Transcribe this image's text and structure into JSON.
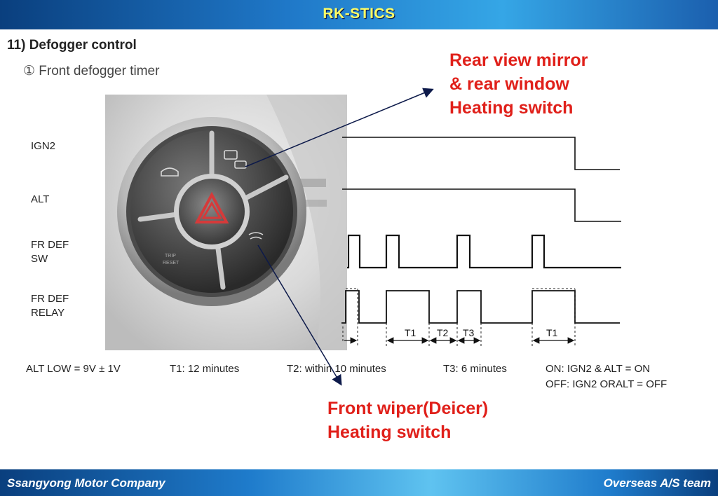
{
  "header": {
    "title": "RK-STICS"
  },
  "slide": {
    "heading": "11) Defogger control",
    "subheading": "① Front defogger timer"
  },
  "callouts": {
    "top": [
      "Rear view mirror",
      "& rear window",
      "Heating switch"
    ],
    "bottom": [
      "Front wiper(Deicer)",
      "Heating switch"
    ]
  },
  "signals": [
    {
      "label_lines": [
        "IGN2"
      ]
    },
    {
      "label_lines": [
        "ALT"
      ]
    },
    {
      "label_lines": [
        "FR DEF",
        "SW"
      ]
    },
    {
      "label_lines": [
        "FR DEF",
        "RELAY"
      ]
    }
  ],
  "interval_labels": [
    "T1",
    "T2",
    "T3",
    "T1"
  ],
  "legend": {
    "alt_low": "ALT LOW = 9V ± 1V",
    "t1": "T1:  12 minutes",
    "t2": "T2:  within 10 minutes",
    "t3": "T3:  6 minutes",
    "on": "ON: IGN2 & ALT = ON",
    "off": "OFF: IGN2 ORALT = OFF"
  },
  "footer": {
    "left": "Ssangyong Motor Company",
    "right": "Overseas A/S team"
  },
  "colors": {
    "callout": "#e0201a",
    "header_text": "#ffff66",
    "bar_blue": "#1f78c8"
  }
}
